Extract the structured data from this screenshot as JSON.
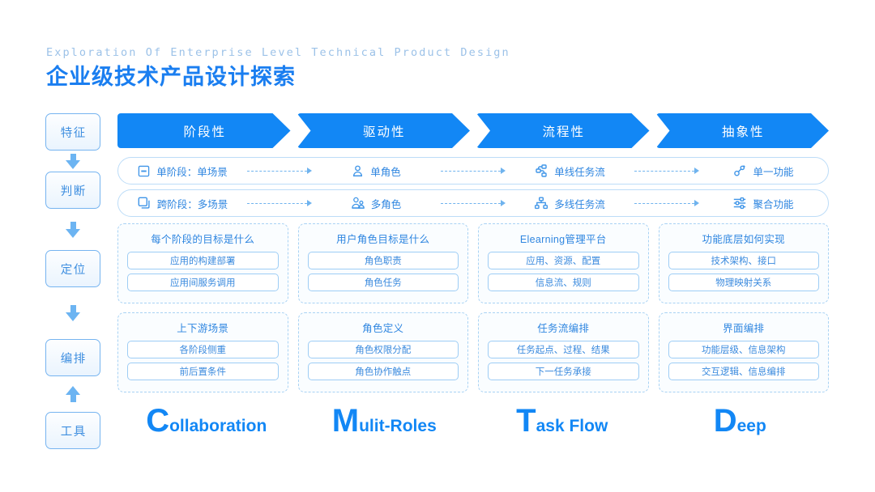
{
  "header": {
    "kicker": "Exploration Of Enterprise Level Technical Product Design",
    "title": "企业级技术产品设计探索",
    "accent": "#1287f5",
    "kicker_color": "#9cc2e8"
  },
  "sidebar": {
    "items": [
      {
        "label": "特征"
      },
      {
        "label": "判断"
      },
      {
        "label": "定位"
      },
      {
        "label": "编排"
      },
      {
        "label": "工具"
      }
    ],
    "arrows": [
      {
        "direction": "down"
      },
      {
        "direction": "down"
      },
      {
        "direction": "down"
      },
      {
        "direction": "up"
      }
    ]
  },
  "columns": [
    {
      "header": "阶段性"
    },
    {
      "header": "驱动性"
    },
    {
      "header": "流程性"
    },
    {
      "header": "抽象性"
    }
  ],
  "judgement_rows": [
    {
      "cells": [
        {
          "icon": "single-stage-square-minus-icon",
          "label": "单阶段：单场景"
        },
        {
          "icon": "single-person-icon",
          "label": "单角色"
        },
        {
          "icon": "single-task-flow-icon",
          "label": "单线任务流"
        },
        {
          "icon": "single-function-icon",
          "label": "单一功能"
        }
      ]
    },
    {
      "cells": [
        {
          "icon": "cross-stage-layers-icon",
          "label": "跨阶段：多场景"
        },
        {
          "icon": "multi-person-icon",
          "label": "多角色"
        },
        {
          "icon": "multi-task-flow-tree-icon",
          "label": "多线任务流"
        },
        {
          "icon": "aggregate-function-sliders-icon",
          "label": "聚合功能"
        }
      ]
    }
  ],
  "card_rows": [
    {
      "groups": [
        {
          "title": "每个阶段的目标是什么",
          "items": [
            "应用的构建部署",
            "应用间服务调用"
          ]
        },
        {
          "title": "用户角色目标是什么",
          "items": [
            "角色职责",
            "角色任务"
          ]
        },
        {
          "title": "Elearning管理平台",
          "items": [
            "应用、资源、配置",
            "信息流、规则"
          ]
        },
        {
          "title": "功能底层如何实现",
          "items": [
            "技术架构、接口",
            "物理映射关系"
          ]
        }
      ]
    },
    {
      "groups": [
        {
          "title": "上下游场景",
          "items": [
            "各阶段侧重",
            "前后置条件"
          ]
        },
        {
          "title": "角色定义",
          "items": [
            "角色权限分配",
            "角色协作触点"
          ]
        },
        {
          "title": "任务流编排",
          "items": [
            "任务起点、过程、结果",
            "下一任务承接"
          ]
        },
        {
          "title": "界面编排",
          "items": [
            "功能层级、信息架构",
            "交互逻辑、信息编排"
          ]
        }
      ]
    }
  ],
  "bottom_labels": [
    {
      "cap": "C",
      "rest": "ollaboration"
    },
    {
      "cap": "M",
      "rest": "ulit-Roles"
    },
    {
      "cap": "T",
      "rest": "ask Flow"
    },
    {
      "cap": "D",
      "rest": "eep"
    }
  ]
}
